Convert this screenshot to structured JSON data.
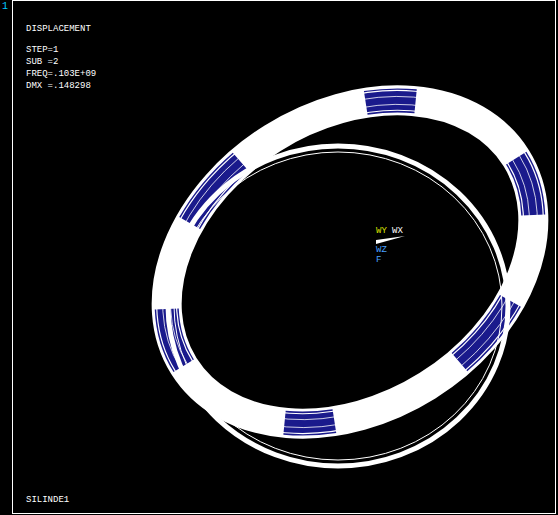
{
  "diagram": {
    "labels": [
      "1",
      "DISPLACEMENT",
      "STEP=1",
      "SUB =2",
      "FREQ=.103E+09",
      "DMX =.148298",
      "WY",
      "WX",
      "WZ",
      "F",
      "SILINDE1"
    ]
  }
}
